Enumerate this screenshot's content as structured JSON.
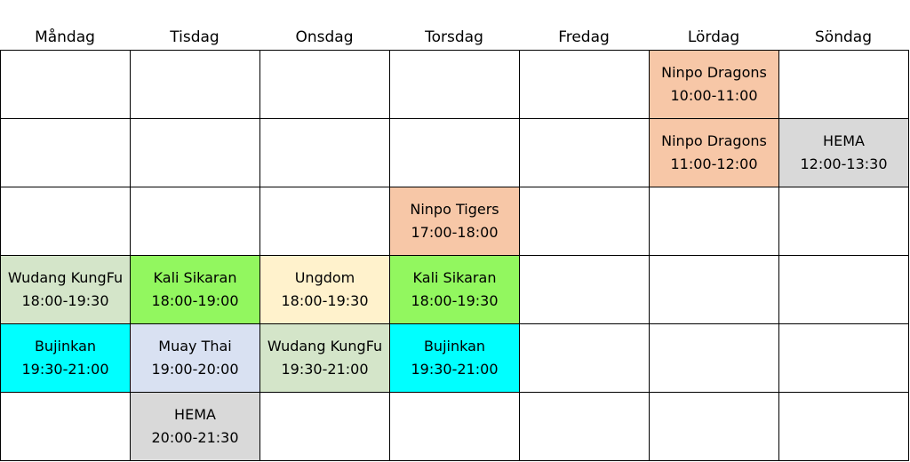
{
  "days": [
    "Måndag",
    "Tisdag",
    "Onsdag",
    "Torsdag",
    "Fredag",
    "Lördag",
    "Söndag"
  ],
  "colors": {
    "orange": "#f7c7a7",
    "gray": "#d9d9d9",
    "green": "#92f75f",
    "sage": "#d4e5c9",
    "cream": "#fff2cc",
    "cyan": "#00ffff",
    "lavender": "#d9e1f2"
  },
  "rows": [
    [
      null,
      null,
      null,
      null,
      null,
      {
        "name": "Ninpo Dragons",
        "time": "10:00-11:00",
        "color": "orange"
      },
      null
    ],
    [
      null,
      null,
      null,
      null,
      null,
      {
        "name": "Ninpo Dragons",
        "time": "11:00-12:00",
        "color": "orange"
      },
      {
        "name": "HEMA",
        "time": "12:00-13:30",
        "color": "gray"
      }
    ],
    [
      null,
      null,
      null,
      {
        "name": "Ninpo Tigers",
        "time": "17:00-18:00",
        "color": "orange"
      },
      null,
      null,
      null
    ],
    [
      {
        "name": "Wudang KungFu",
        "time": "18:00-19:30",
        "color": "sage"
      },
      {
        "name": "Kali Sikaran",
        "time": "18:00-19:00",
        "color": "green"
      },
      {
        "name": "Ungdom",
        "time": "18:00-19:30",
        "color": "cream"
      },
      {
        "name": "Kali Sikaran",
        "time": "18:00-19:30",
        "color": "green"
      },
      null,
      null,
      null
    ],
    [
      {
        "name": "Bujinkan",
        "time": "19:30-21:00",
        "color": "cyan"
      },
      {
        "name": "Muay Thai",
        "time": "19:00-20:00",
        "color": "lavender"
      },
      {
        "name": "Wudang KungFu",
        "time": "19:30-21:00",
        "color": "sage"
      },
      {
        "name": "Bujinkan",
        "time": "19:30-21:00",
        "color": "cyan"
      },
      null,
      null,
      null
    ],
    [
      null,
      {
        "name": "HEMA",
        "time": "20:00-21:30",
        "color": "gray"
      },
      null,
      null,
      null,
      null,
      null
    ]
  ]
}
